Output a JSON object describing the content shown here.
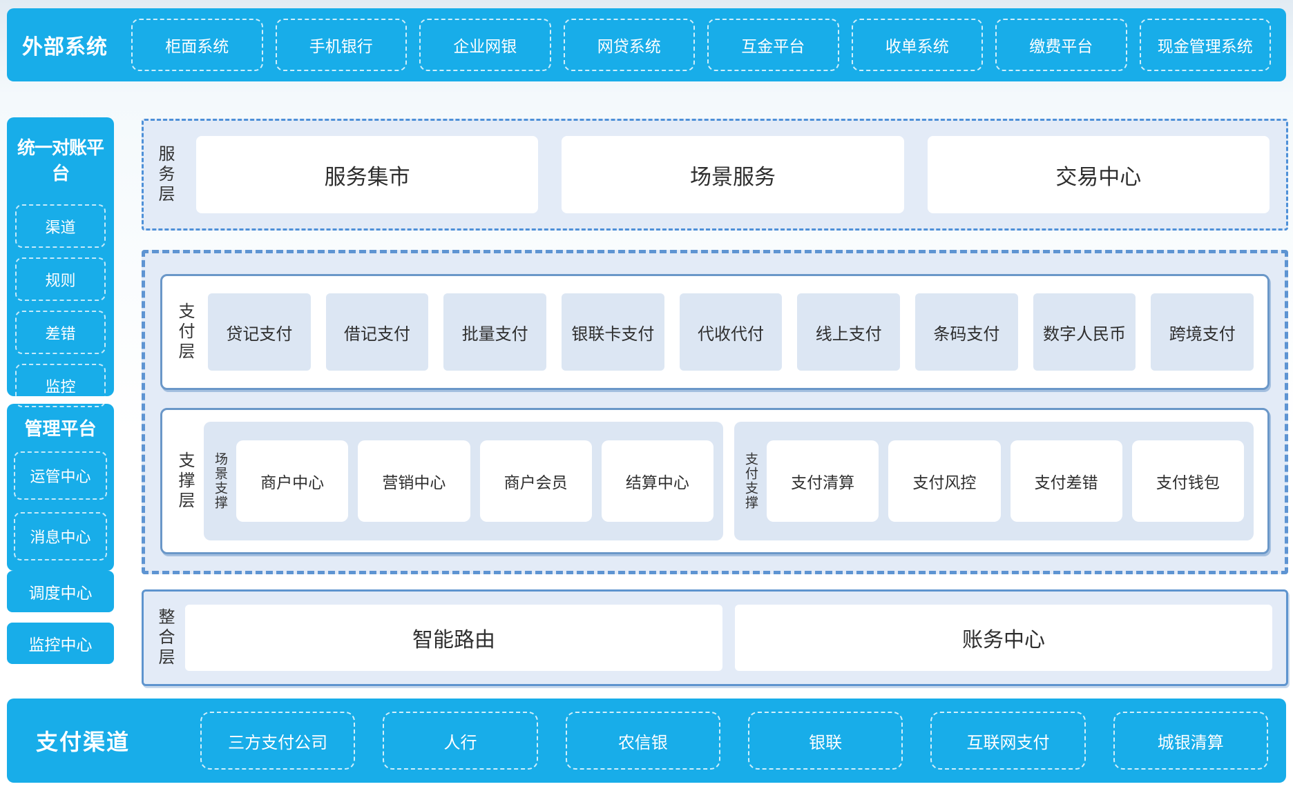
{
  "colors": {
    "primary_blue": "#18ADE9",
    "panel_bg": "#E3EBF7",
    "box_bg": "#DCE6F3",
    "solid_border": "#6A97C8",
    "dashed_border": "#5E94D2",
    "text_dark": "#2E2E2E",
    "white": "#FFFFFF"
  },
  "top_bar": {
    "title": "外部系统",
    "items": [
      "柜面系统",
      "手机银行",
      "企业网银",
      "网贷系统",
      "互金平台",
      "收单系统",
      "缴费平台",
      "现金管理系统"
    ]
  },
  "sidebar": {
    "reconciliation": {
      "title": "统一对账平台",
      "items": [
        "渠道",
        "规则",
        "差错",
        "监控"
      ]
    },
    "management": {
      "title": "管理平台",
      "items": [
        "运管中心",
        "消息中心"
      ]
    },
    "standalone": [
      "调度中心",
      "监控中心"
    ]
  },
  "layers": {
    "service": {
      "label": "服务层",
      "items": [
        "服务集市",
        "场景服务",
        "交易中心"
      ]
    },
    "payment": {
      "label": "支付层",
      "items": [
        "贷记支付",
        "借记支付",
        "批量支付",
        "银联卡支付",
        "代收代付",
        "线上支付",
        "条码支付",
        "数字人民币",
        "跨境支付"
      ]
    },
    "support": {
      "label": "支撑层",
      "groups": [
        {
          "label": "场景支撑",
          "items": [
            "商户中心",
            "营销中心",
            "商户会员",
            "结算中心"
          ]
        },
        {
          "label": "支付支撑",
          "items": [
            "支付清算",
            "支付风控",
            "支付差错",
            "支付钱包"
          ]
        }
      ]
    },
    "integration": {
      "label": "整合层",
      "items": [
        "智能路由",
        "账务中心"
      ]
    }
  },
  "bottom_bar": {
    "title": "支付渠道",
    "items": [
      "三方支付公司",
      "人行",
      "农信银",
      "银联",
      "互联网支付",
      "城银清算"
    ]
  }
}
